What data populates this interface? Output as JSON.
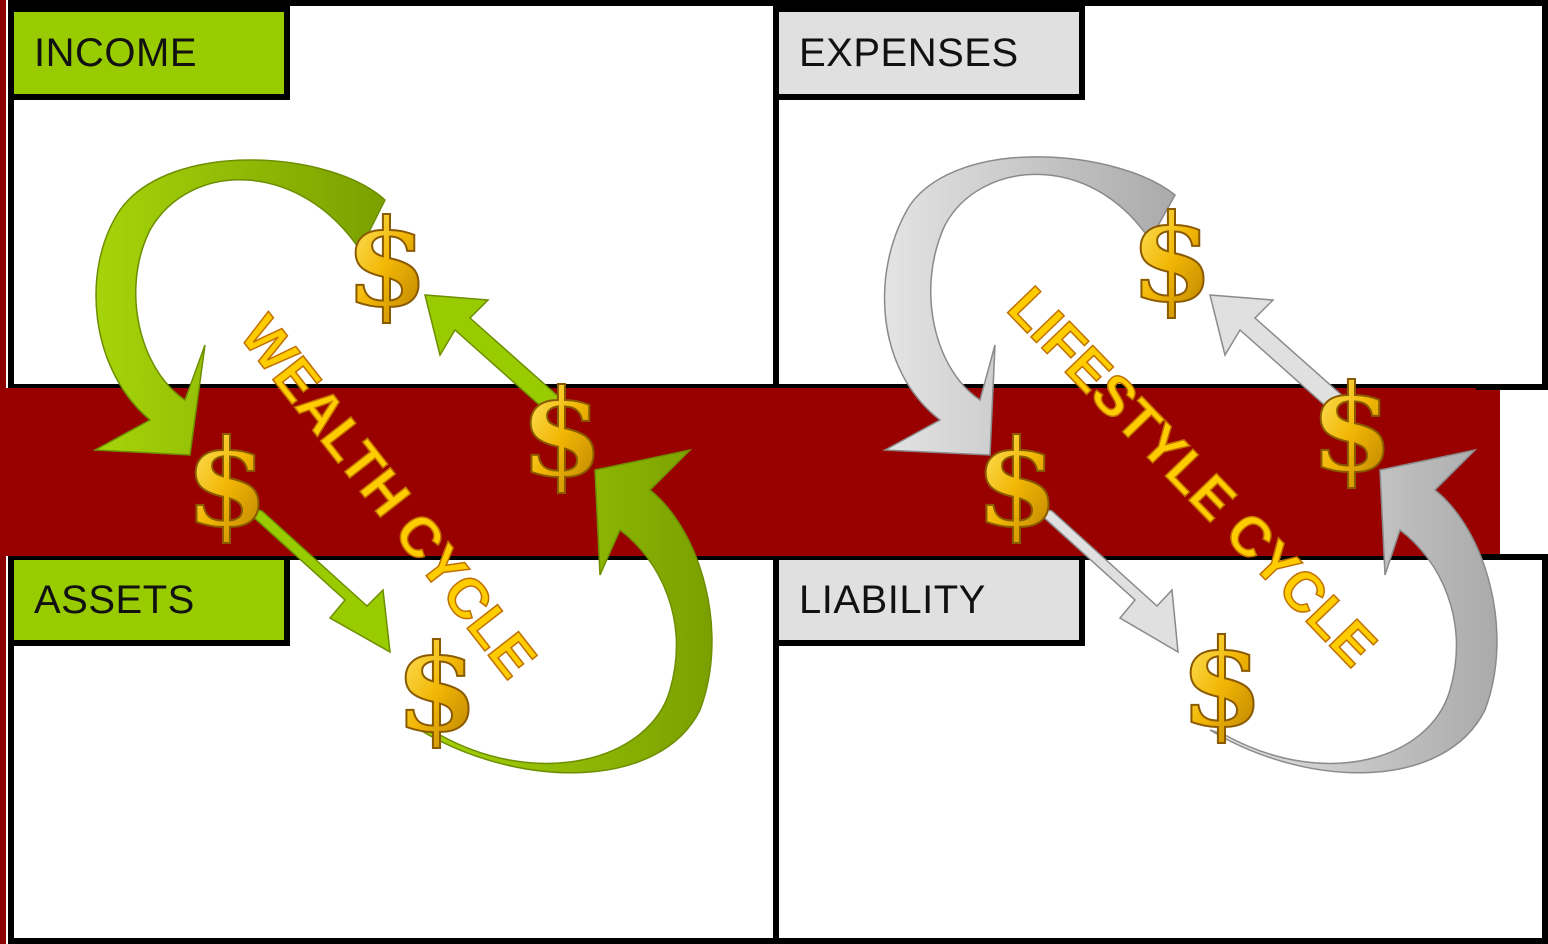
{
  "quadrants": {
    "income": {
      "label": "INCOME"
    },
    "expenses": {
      "label": "EXPENSES"
    },
    "assets": {
      "label": "ASSETS"
    },
    "liability": {
      "label": "LIABILITY"
    }
  },
  "cycles": {
    "wealth": {
      "label": "WEALTH CYCLE",
      "color": "#99cc00",
      "dark": "#7aa000"
    },
    "lifestyle": {
      "label": "LIFESTYLE CYCLE",
      "color": "#dcdcdc",
      "dark": "#b0b0b0"
    }
  },
  "colors": {
    "band": "#990000",
    "dollar": "#f2b705",
    "cycle_text": "#ffcc00"
  },
  "icons": {
    "dollar": "dollar-icon"
  }
}
